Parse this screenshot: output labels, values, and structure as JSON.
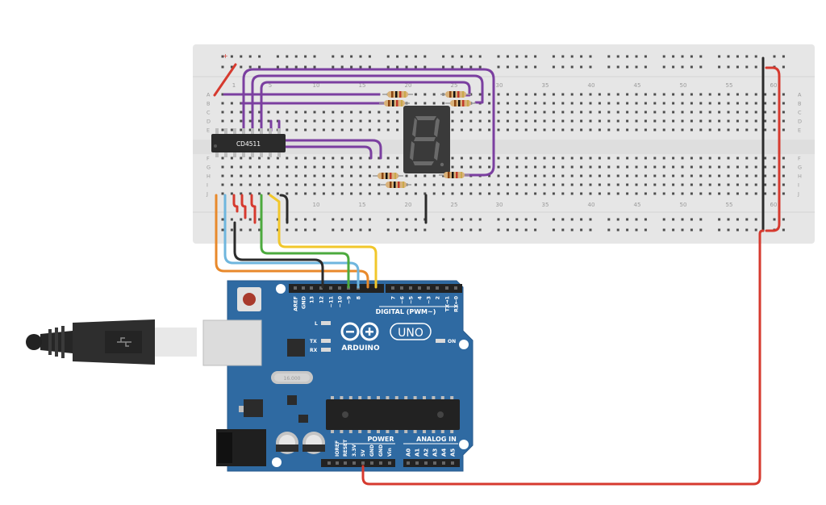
{
  "breadboard": {
    "top_column_numbers": [
      "1",
      "5",
      "10",
      "15",
      "20",
      "25",
      "30",
      "35",
      "40",
      "45",
      "50",
      "55",
      "60"
    ],
    "bottom_column_numbers": [
      "10",
      "15",
      "20",
      "25",
      "30",
      "35",
      "40",
      "45",
      "50",
      "55",
      "60"
    ],
    "row_letters_top": [
      "A",
      "B",
      "C",
      "D",
      "E"
    ],
    "row_letters_bottom": [
      "F",
      "G",
      "H",
      "I",
      "J"
    ],
    "plus_sign": "+",
    "minus_sign": "−"
  },
  "chip": {
    "label": "CD4511"
  },
  "display": {
    "digit": "8"
  },
  "arduino": {
    "logo_text": "ARDUINO",
    "model": "UNO",
    "digital_header_label": "DIGITAL (PWM~)",
    "digital_pins": [
      "AREF",
      "GND",
      "13",
      "12",
      "~11",
      "~10",
      "~9",
      "8",
      "7",
      "~6",
      "~5",
      "4",
      "~3",
      "2",
      "TX→1",
      "RX←0"
    ],
    "power_label": "POWER",
    "power_pins": [
      "IOREF",
      "RESET",
      "3.3V",
      "5V",
      "GND",
      "GND",
      "Vin"
    ],
    "analog_label": "ANALOG IN",
    "analog_pins": [
      "A0",
      "A1",
      "A2",
      "A3",
      "A4",
      "A5"
    ],
    "led_l": "L",
    "led_tx": "TX",
    "led_rx": "RX",
    "led_on": "ON",
    "crystal_label": "16.000"
  },
  "colors": {
    "board_blue": "#2f6aa2",
    "breadboard": "#e6e6e6",
    "wire_purple": "#7b3fa0",
    "wire_red": "#d63a2f",
    "wire_black": "#2b2b2b",
    "wire_orange": "#e8892b",
    "wire_blue": "#6fb6de",
    "wire_green": "#4caa3e",
    "wire_yellow": "#f1c72b"
  }
}
